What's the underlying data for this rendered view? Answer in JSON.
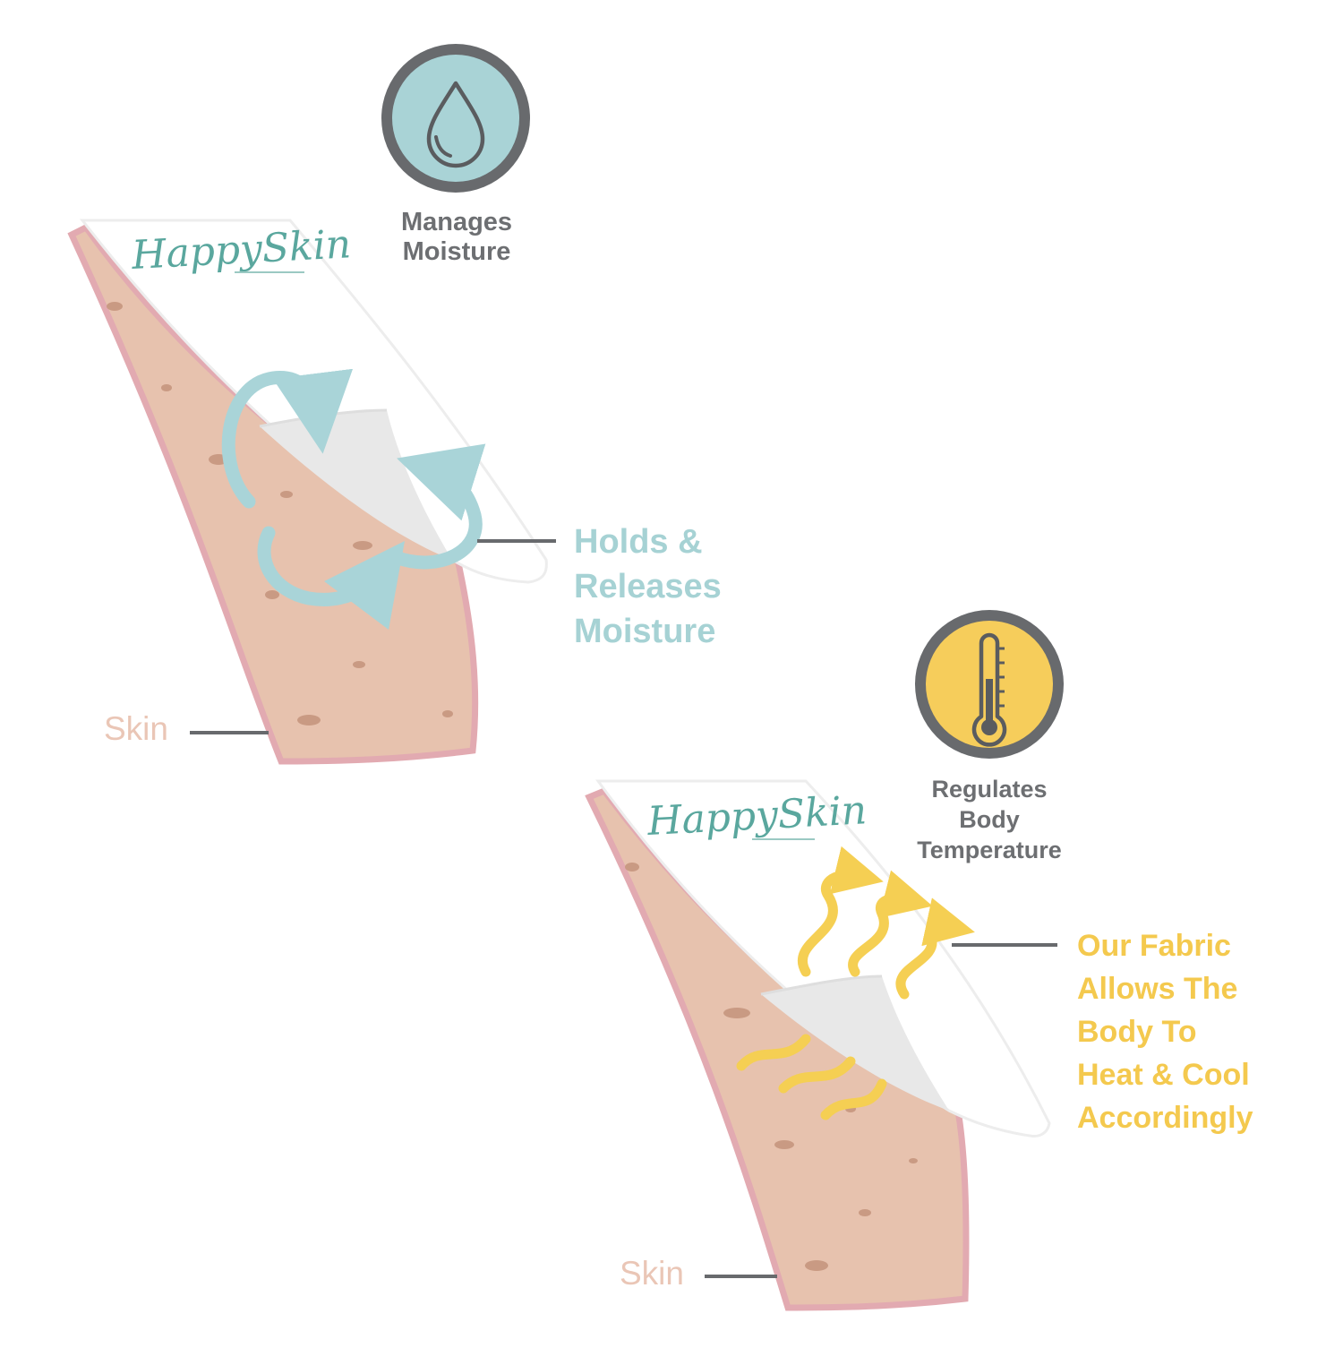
{
  "colors": {
    "skin": "#e7c2ae",
    "skin_edge": "#e2aab1",
    "pore": "#c99a83",
    "fabric": "#ffffff",
    "fabric_fold": "#e8e8e8",
    "moisture_arrow": "#a9d4d8",
    "heat_arrow": "#f5cf53",
    "icon_ring": "#686a6d",
    "icon_moisture_fill": "#a9d3d6",
    "icon_temp_fill": "#f6cd5b",
    "label_gray": "#6d6f72",
    "label_teal": "#a6d2d4",
    "label_yellow": "#f4c94e",
    "skin_label": "#eac6b6",
    "brand": "#5aa79e"
  },
  "brand": {
    "logo_text": "HappySkin"
  },
  "panels": [
    {
      "id": "moisture",
      "icon": "water-drop-icon",
      "title_lines": [
        "Manages",
        "Moisture"
      ],
      "callout_lines": [
        "Holds &",
        "Releases",
        "Moisture"
      ],
      "skin_label": "Skin"
    },
    {
      "id": "temperature",
      "icon": "thermometer-icon",
      "title_lines": [
        "Regulates",
        "Body",
        "Temperature"
      ],
      "callout_lines": [
        "Our Fabric",
        "Allows The",
        "Body To",
        "Heat & Cool",
        "Accordingly"
      ],
      "skin_label": "Skin"
    }
  ]
}
